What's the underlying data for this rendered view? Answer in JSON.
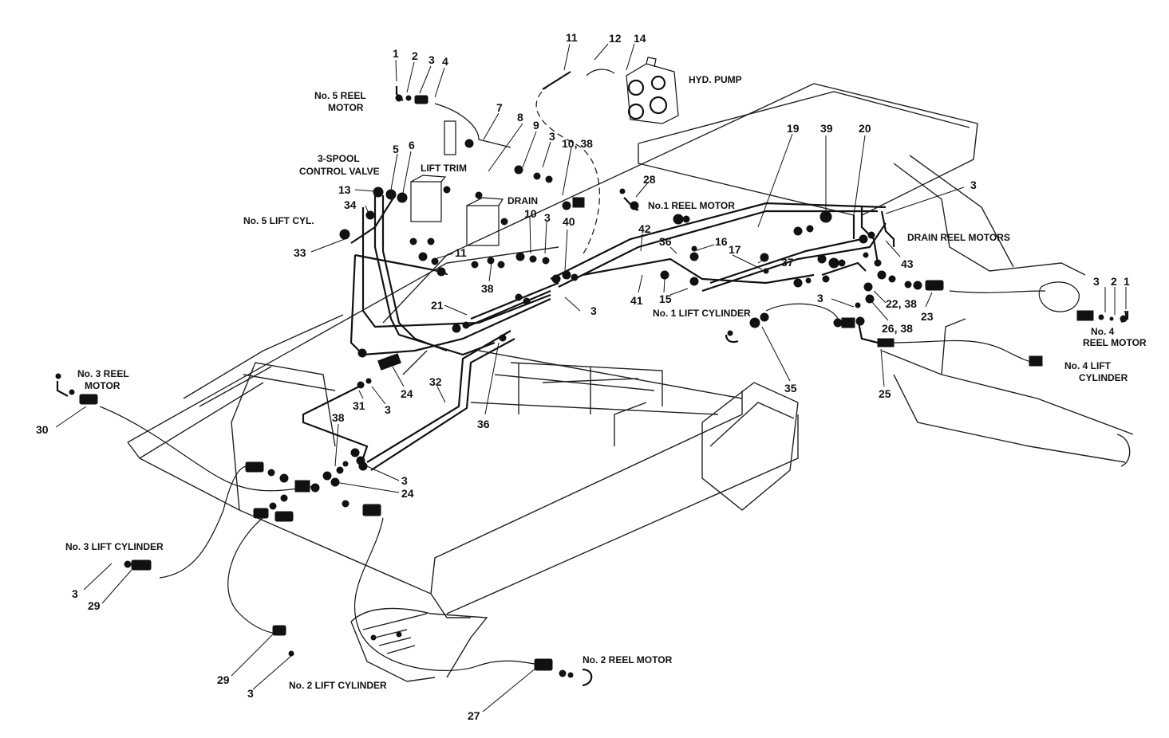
{
  "labels": {
    "hyd_pump": "HYD. PUMP",
    "no5_reel_motor_1": "No. 5 REEL",
    "no5_reel_motor_2": "MOTOR",
    "spool_valve_1": "3-SPOOL",
    "spool_valve_2": "CONTROL VALVE",
    "lift_trim": "LIFT TRIM",
    "drain": "DRAIN",
    "no1_reel_motor": "No.1 REEL MOTOR",
    "no5_lift_cyl": "No. 5 LIFT CYL.",
    "drain_reel_motors": "DRAIN REEL MOTORS",
    "no1_lift_cylinder": "No. 1 LIFT CYLINDER",
    "no4_reel_motor_1": "No. 4",
    "no4_reel_motor_2": "REEL MOTOR",
    "no4_lift_cylinder_1": "No. 4 LIFT",
    "no4_lift_cylinder_2": "CYLINDER",
    "no3_reel_motor_1": "No. 3 REEL",
    "no3_reel_motor_2": "MOTOR",
    "no3_lift_cylinder": "No. 3 LIFT CYLINDER",
    "no2_lift_cylinder": "No. 2 LIFT CYLINDER",
    "no2_reel_motor": "No. 2 REEL MOTOR"
  },
  "callouts": {
    "c1a": "1",
    "c2a": "2",
    "c3a": "3",
    "c4a": "4",
    "c11a": "11",
    "c12": "12",
    "c14": "14",
    "c7": "7",
    "c8": "8",
    "c9": "9",
    "c3b": "3",
    "c10_38a": "10, 38",
    "c5": "5",
    "c6": "6",
    "c13": "13",
    "c34": "34",
    "c33": "33",
    "c28": "28",
    "c19": "19",
    "c39": "39",
    "c20": "20",
    "c3c": "3",
    "c10b": "10",
    "c3d": "3",
    "c40": "40",
    "c11b": "11",
    "c38a": "38",
    "c42": "42",
    "c36a": "36",
    "c16": "16",
    "c17": "17",
    "c37": "37",
    "c43": "43",
    "c41": "41",
    "c15": "15",
    "c3e": "3",
    "c21": "21",
    "c3f": "3",
    "c22_38": "22, 38",
    "c26_38": "26, 38",
    "c23": "23",
    "c3g": "3",
    "c2b": "2",
    "c1b": "1",
    "c35": "35",
    "c25": "25",
    "c24a": "24",
    "c32": "32",
    "c31": "31",
    "c3h": "3",
    "c36b": "36",
    "c30": "30",
    "c38b": "38",
    "c3i": "3",
    "c24b": "24",
    "c3j": "3",
    "c29a": "29",
    "c29b": "29",
    "c3k": "3",
    "c27": "27"
  }
}
